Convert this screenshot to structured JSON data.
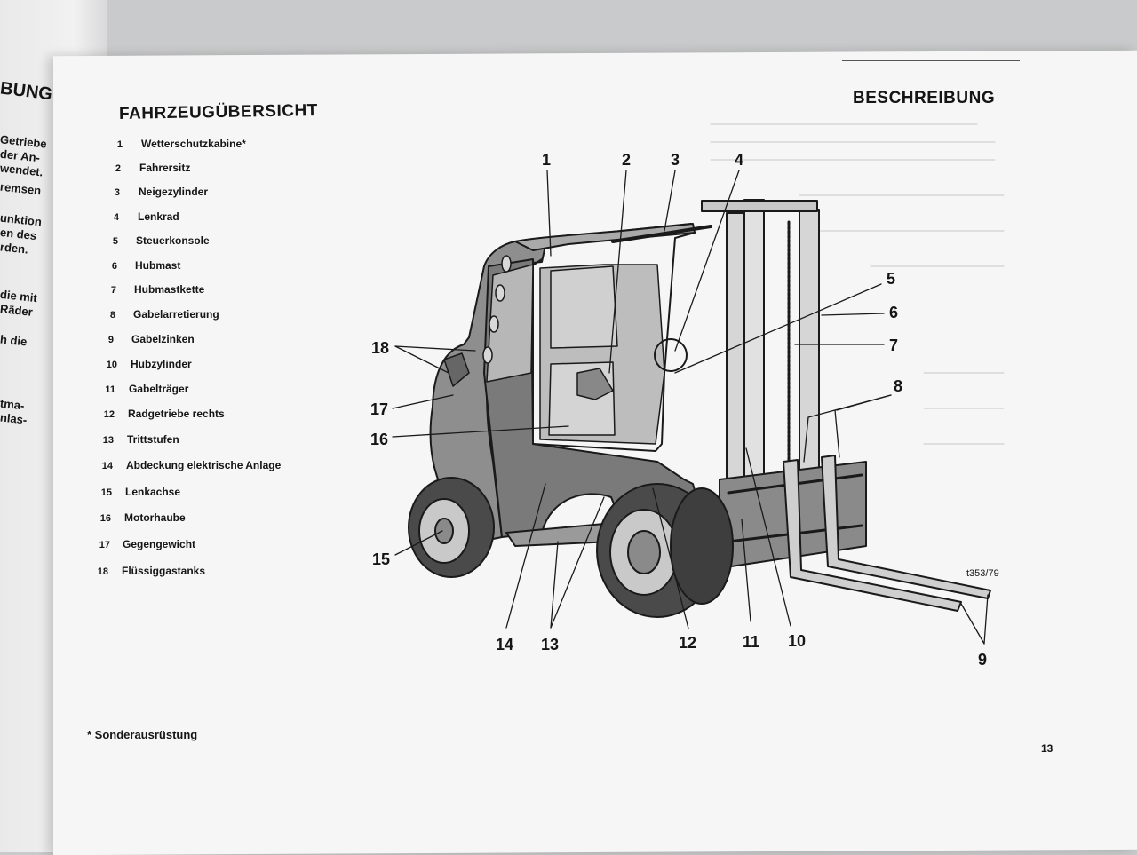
{
  "left_page": {
    "heading_fragment": "BUNG",
    "text_fragments": [
      "Getriebe",
      "der An-",
      "wendet.",
      "remsen",
      "unktion",
      "en des",
      "rden.",
      "die mit",
      "Räder",
      "h die",
      "tma-",
      "nlas-"
    ]
  },
  "header": {
    "section": "BESCHREIBUNG",
    "title": "FAHRZEUGÜBERSICHT"
  },
  "legend": [
    {
      "num": "1",
      "label": "Wetterschutzkabine*"
    },
    {
      "num": "2",
      "label": "Fahrersitz"
    },
    {
      "num": "3",
      "label": "Neigezylinder"
    },
    {
      "num": "4",
      "label": "Lenkrad"
    },
    {
      "num": "5",
      "label": "Steuerkonsole"
    },
    {
      "num": "6",
      "label": "Hubmast"
    },
    {
      "num": "7",
      "label": "Hubmastkette"
    },
    {
      "num": "8",
      "label": "Gabelarretierung"
    },
    {
      "num": "9",
      "label": "Gabelzinken"
    },
    {
      "num": "10",
      "label": "Hubzylinder"
    },
    {
      "num": "11",
      "label": "Gabelträger"
    },
    {
      "num": "12",
      "label": "Radgetriebe rechts"
    },
    {
      "num": "13",
      "label": "Trittstufen"
    },
    {
      "num": "14",
      "label": "Abdeckung elektrische Anlage"
    },
    {
      "num": "15",
      "label": "Lenkachse"
    },
    {
      "num": "16",
      "label": "Motorhaube"
    },
    {
      "num": "17",
      "label": "Gegengewicht"
    },
    {
      "num": "18",
      "label": "Flüssiggastanks"
    }
  ],
  "figure": {
    "code": "t353/79",
    "callouts": [
      "1",
      "2",
      "3",
      "4",
      "5",
      "6",
      "7",
      "8",
      "9",
      "10",
      "11",
      "12",
      "13",
      "14",
      "15",
      "16",
      "17",
      "18"
    ]
  },
  "footnote": "* Sonderausrüstung",
  "page_number": "13"
}
